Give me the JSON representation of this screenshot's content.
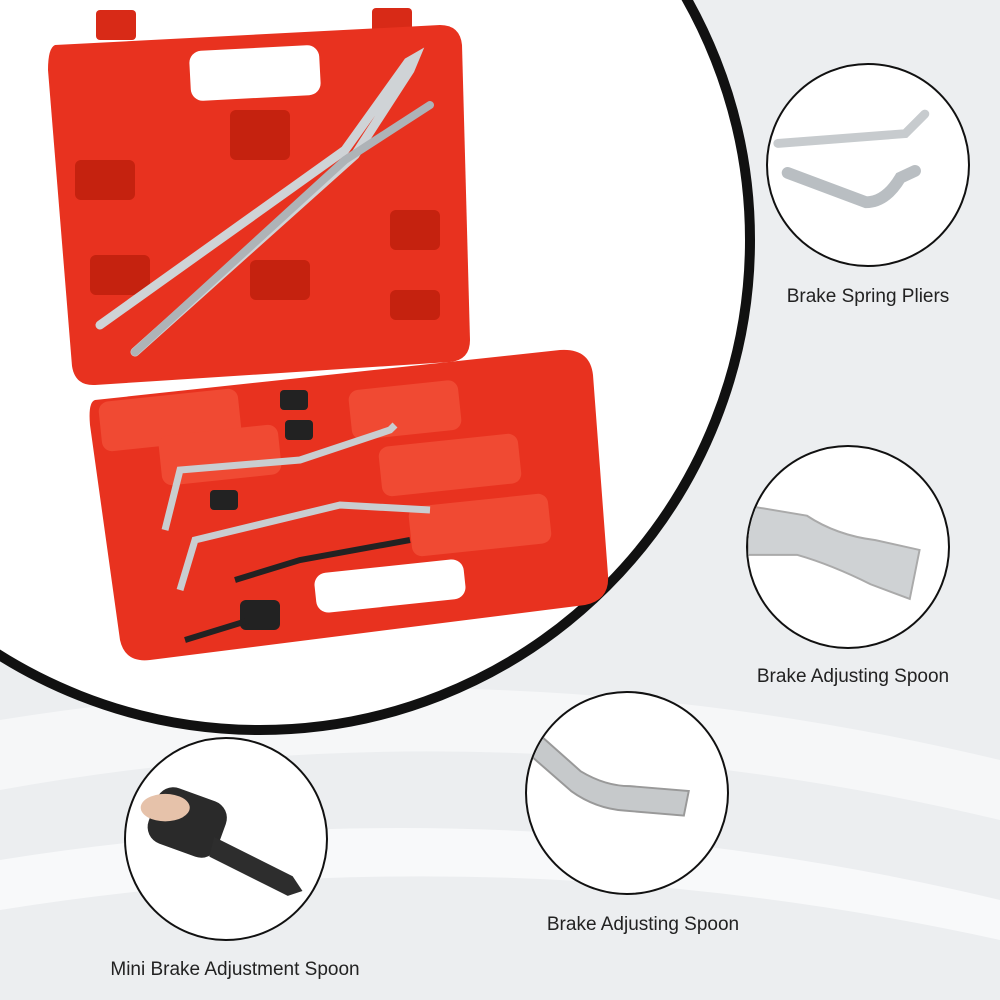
{
  "labels": {
    "spring_pliers": "Brake Spring Pliers",
    "adjusting_spoon_1": "Brake Adjusting Spoon",
    "adjusting_spoon_2": "Brake Adjusting Spoon",
    "mini_spoon": "Mini Brake Adjustment Spoon"
  },
  "colors": {
    "case_red": "#e8321f",
    "case_dark": "#c5220f",
    "arc": "#111111",
    "background": "#eceef0"
  }
}
